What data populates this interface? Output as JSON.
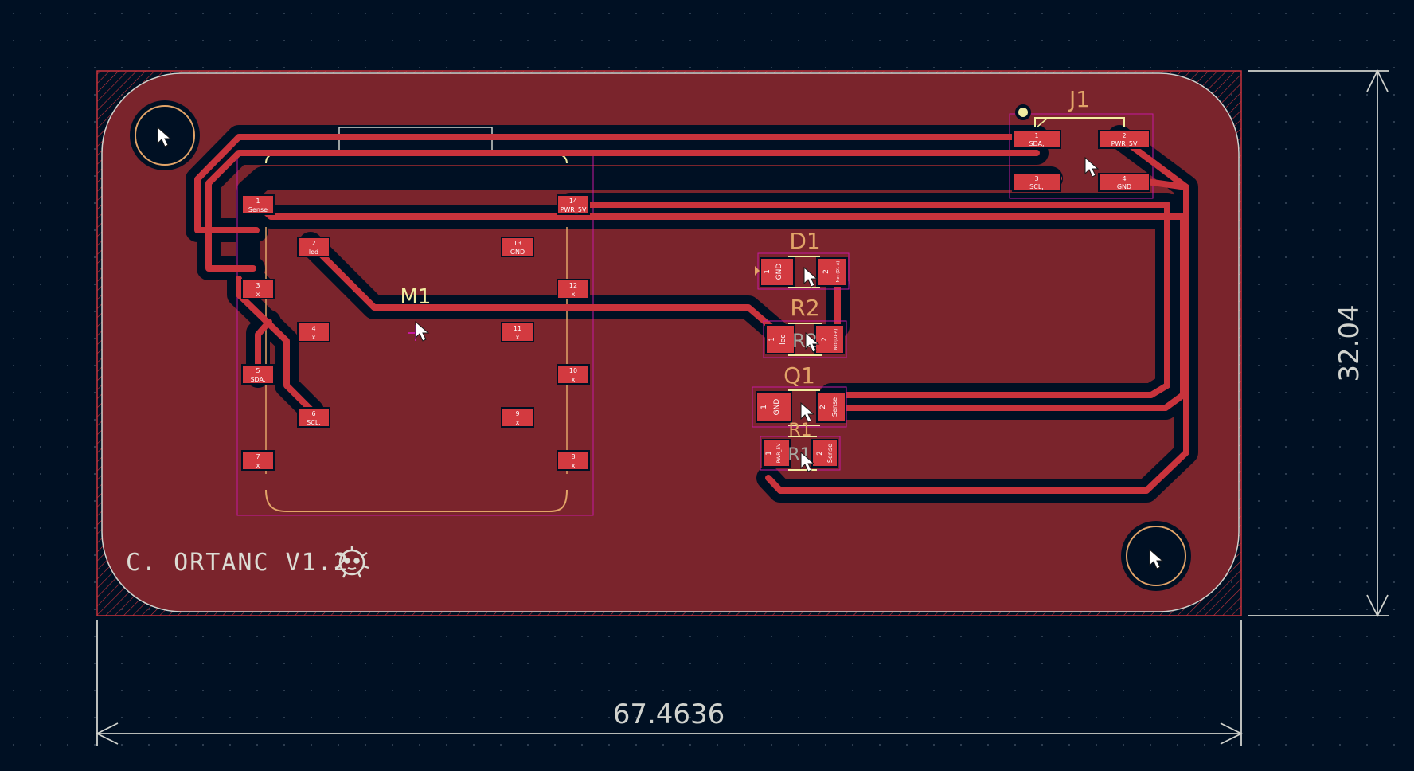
{
  "board": {
    "title_text": "C. ORTANC V1.2",
    "logo_icon": "gear-face-logo"
  },
  "dimensions": {
    "width_label": "67.4636",
    "height_label": "32.04"
  },
  "references": {
    "j1": "J1",
    "m1": "M1",
    "d1": "D1",
    "r2": "R2",
    "q1": "Q1",
    "r1": "R1",
    "r2_fab": "R2",
    "r1_fab": "R1"
  },
  "pads": {
    "m1_1": {
      "num": "1",
      "net": "Sense"
    },
    "m1_2": {
      "num": "2",
      "net": "led"
    },
    "m1_3": {
      "num": "3",
      "net": "x"
    },
    "m1_4": {
      "num": "4",
      "net": "x"
    },
    "m1_5": {
      "num": "5",
      "net": "SDA,"
    },
    "m1_6": {
      "num": "6",
      "net": "SCL,"
    },
    "m1_7": {
      "num": "7",
      "net": "x"
    },
    "m1_8": {
      "num": "8",
      "net": "x"
    },
    "m1_9": {
      "num": "9",
      "net": "x"
    },
    "m1_10": {
      "num": "10",
      "net": "x"
    },
    "m1_11": {
      "num": "11",
      "net": "x"
    },
    "m1_12": {
      "num": "12",
      "net": "x"
    },
    "m1_13": {
      "num": "13",
      "net": "GND"
    },
    "m1_14": {
      "num": "14",
      "net": "PWR_5V"
    },
    "j1_1": {
      "num": "1",
      "net": "SDA,"
    },
    "j1_2": {
      "num": "2",
      "net": "PWR_5V"
    },
    "j1_3": {
      "num": "3",
      "net": "SCL,"
    },
    "j1_4": {
      "num": "4",
      "net": "GND"
    },
    "d1_1": {
      "num": "1",
      "net": "GND"
    },
    "d1_2": {
      "num": "2",
      "net": "Net-(D1-A)"
    },
    "r2_1": {
      "num": "1",
      "net": "led"
    },
    "r2_2": {
      "num": "2",
      "net": "Net-(D1-A)"
    },
    "q1_1": {
      "num": "1",
      "net": "GND"
    },
    "q1_2": {
      "num": "2",
      "net": "Sense"
    },
    "r1_1": {
      "num": "1",
      "net": "PWR_5V"
    },
    "r1_2": {
      "num": "2",
      "net": "Sense"
    }
  },
  "colors": {
    "background": "#001023",
    "copper_fill": "#7a242c",
    "track": "#c8333c",
    "pad": "#d33a40",
    "silkscreen": "#f2eda1",
    "courtyard": "#c5199f",
    "fab": "#e2a468",
    "edge_cuts": "#d0d2cd",
    "text_silk": "#dcdcd4"
  }
}
